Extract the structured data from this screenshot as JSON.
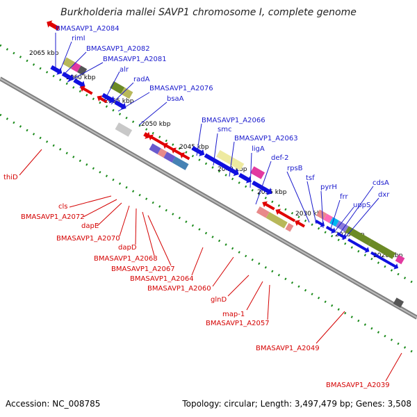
{
  "title": "Burkholderia mallei SAVP1 chromosome I, complete genome",
  "footer": {
    "accession": "Accession: NC_008785",
    "summary": "Topology: circular; Length: 3,497,479 bp; Genes: 3,508"
  },
  "colors": {
    "forward_label": "#1a1acd",
    "reverse_label": "#d40000",
    "forward_cds": "#1010e0",
    "reverse_cds": "#e00000",
    "backbone": "#808080",
    "tick_marks": "#1a8a1a"
  },
  "ticks": [
    "2065 kbp",
    "2060 kbp",
    "2055 kbp",
    "2050 kbp",
    "2045 kbp",
    "2040 kbp",
    "2035 kbp",
    "2030 kbp",
    "2025 kbp",
    "2020 kbp"
  ],
  "forward_labels": [
    "BMASAVP1_A2084",
    "rimI",
    "BMASAVP1_A2082",
    "BMASAVP1_A2081",
    "alr",
    "radA",
    "BMASAVP1_A2076",
    "bsaA",
    "BMASAVP1_A2066",
    "smc",
    "BMASAVP1_A2063",
    "ligA",
    "def-2",
    "rpsB",
    "tsf",
    "pyrH",
    "frr",
    "uppS",
    "cdsA",
    "dxr"
  ],
  "reverse_labels": [
    "thiD",
    "cls",
    "BMASAVP1_A2072",
    "dapE",
    "BMASAVP1_A2070",
    "dapD",
    "BMASAVP1_A2068",
    "BMASAVP1_A2067",
    "BMASAVP1_A2064",
    "BMASAVP1_A2060",
    "glnD",
    "map-1",
    "BMASAVP1_A2057",
    "BMASAVP1_A2049",
    "BMASAVP1_A2039"
  ]
}
